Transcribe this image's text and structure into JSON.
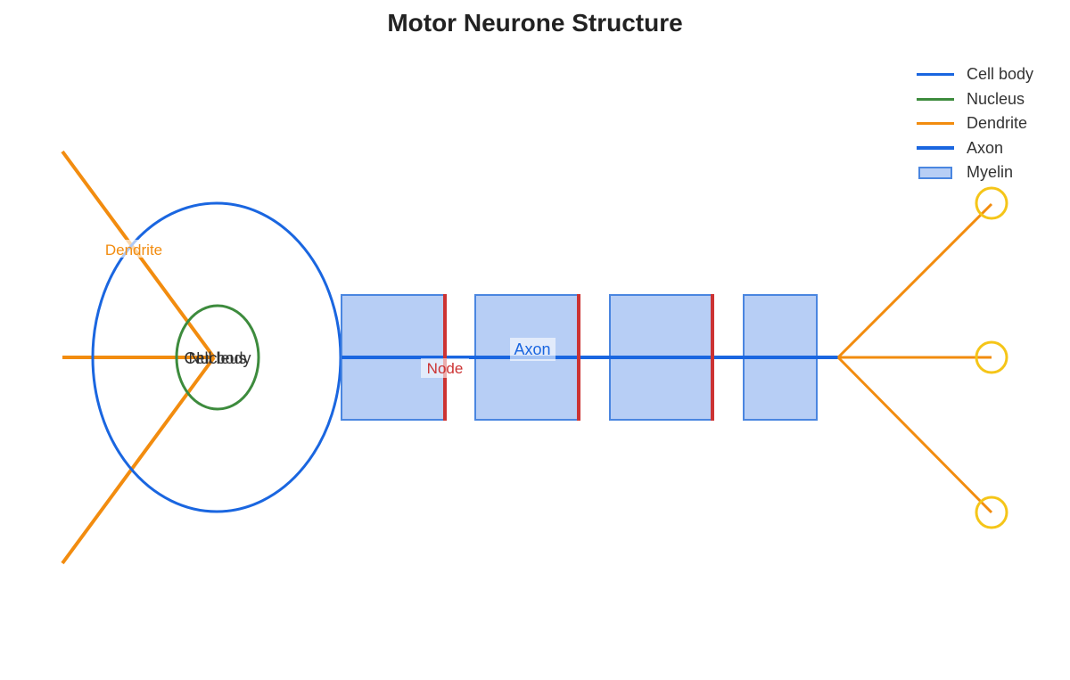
{
  "title": "Motor Neurone Structure",
  "colors": {
    "cell_body": "#1a66e0",
    "nucleus": "#3d8b3d",
    "dendrite": "#f28c0f",
    "axon": "#1a66e0",
    "myelin_fill": "#b7cef5",
    "myelin_stroke": "#4a86e0",
    "node": "#cc3333",
    "terminal": "#f5c518"
  },
  "labels": {
    "dendrite": "Dendrite",
    "cell_body": "Cell body",
    "nucleus": "Nucleus",
    "node": "Node",
    "axon": "Axon"
  },
  "legend": [
    {
      "label": "Cell body",
      "kind": "line",
      "color": "#1a66e0"
    },
    {
      "label": "Nucleus",
      "kind": "line",
      "color": "#3d8b3d"
    },
    {
      "label": "Dendrite",
      "kind": "line",
      "color": "#f28c0f"
    },
    {
      "label": "Axon",
      "kind": "line",
      "color": "#1a66e0"
    },
    {
      "label": "Myelin",
      "kind": "box",
      "color": "#b7cef5"
    }
  ]
}
